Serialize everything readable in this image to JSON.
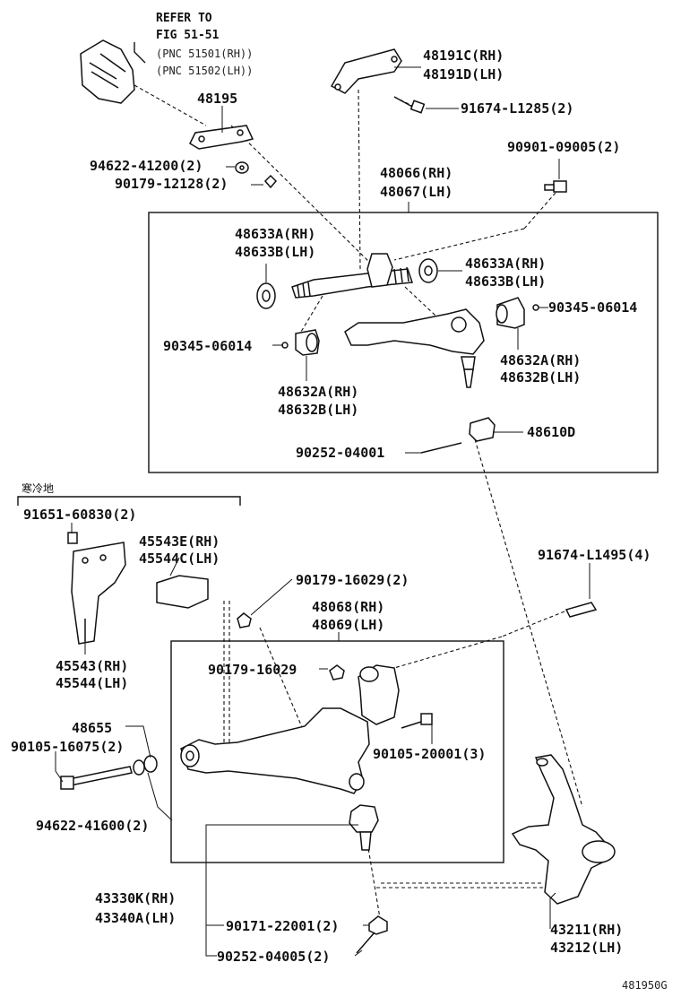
{
  "refer": {
    "line1": "REFER TO",
    "line2": "FIG 51-51",
    "line3": "(PNC 51501(RH))",
    "line4": "(PNC 51502(LH))"
  },
  "parts": {
    "p48191_rh": "48191C(RH)",
    "p48191_lh": "48191D(LH)",
    "p91674_l1285": "91674-L1285(2)",
    "p48195": "48195",
    "p94622_41200": "94622-41200(2)",
    "p90179_12128": "90179-12128(2)",
    "p90901_09005": "90901-09005(2)",
    "p48066": "48066(RH)",
    "p48067": "48067(LH)",
    "p48633_rh_left": "48633A(RH)",
    "p48633_lh_left": "48633B(LH)",
    "p48633_rh_right": "48633A(RH)",
    "p48633_lh_right": "48633B(LH)",
    "p90345_right": "90345-06014",
    "p90345_left": "90345-06014",
    "p48632_rh_right": "48632A(RH)",
    "p48632_lh_right": "48632B(LH)",
    "p48632_rh_left": "48632A(RH)",
    "p48632_lh_left": "48632B(LH)",
    "p48610d": "48610D",
    "p90252_04001": "90252-04001",
    "cold_region": "寒冷地",
    "p91651_60830": "91651-60830(2)",
    "p45543e": "45543E(RH)",
    "p45544c": "45544C(LH)",
    "p90179_16029_2": "90179-16029(2)",
    "p91674_l1495": "91674-L1495(4)",
    "p48068": "48068(RH)",
    "p48069": "48069(LH)",
    "p45543": "45543(RH)",
    "p45544": "45544(LH)",
    "p90179_16029": "90179-16029",
    "p48655": "48655",
    "p90105_16075": "90105-16075(2)",
    "p90105_20001": "90105-20001(3)",
    "p94622_41600": "94622-41600(2)",
    "p43330k": "43330K(RH)",
    "p43340a": "43340A(LH)",
    "p90171_22001": "90171-22001(2)",
    "p43211": "43211(RH)",
    "p43212": "43212(LH)",
    "p90252_04005": "90252-04005(2)",
    "figure_id": "481950G"
  }
}
